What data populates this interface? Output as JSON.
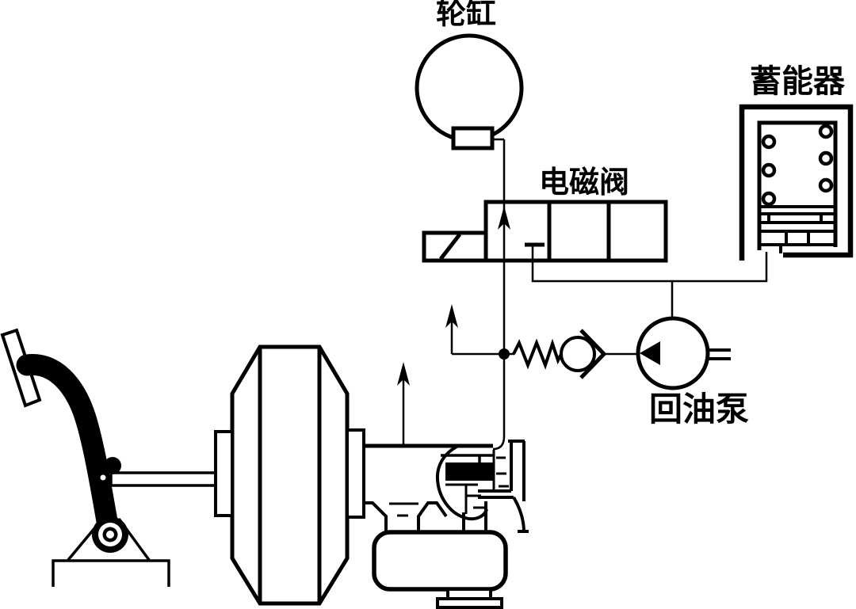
{
  "diagram": {
    "type": "hydraulic-brake-system-schematic",
    "background_color": "#ffffff",
    "line_color": "#000000",
    "labels": {
      "wheel_cylinder": "轮缸",
      "solenoid_valve": "电磁阀",
      "accumulator": "蓄能器",
      "return_pump": "回油泵"
    },
    "components": [
      "brake-pedal",
      "pedal-pushrod",
      "vacuum-booster",
      "master-cylinder",
      "fluid-reservoir",
      "wheel-cylinder",
      "solenoid-valve",
      "solenoid-actuator",
      "blocked-port",
      "spring",
      "check-valve",
      "return-pump",
      "pump-shaft",
      "accumulator",
      "junction-dot"
    ],
    "arrows": [
      "up-arrow-inside-valve",
      "up-arrow-at-junction",
      "up-arrow-from-master-cylinder"
    ]
  }
}
